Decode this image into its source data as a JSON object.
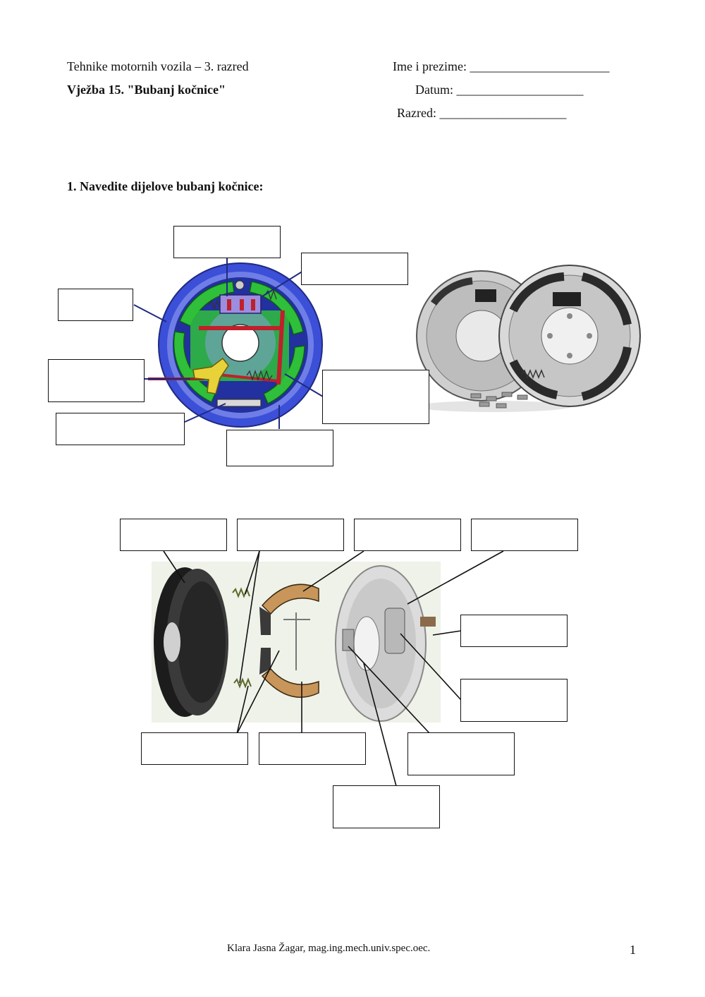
{
  "header": {
    "course": "Tehnike motornih vozila – 3. razred",
    "exercise": "Vježba 15. \"Bubanj kočnice\"",
    "name_label": "Ime i prezime: ______________________",
    "date_label": "Datum: ____________________",
    "class_label": "Razred: ____________________"
  },
  "task": {
    "title": "1.  Navedite dijelove bubanj kočnice:"
  },
  "footer": {
    "author": "Klara Jasna Žagar, mag.ing.mech.univ.spec.oec.",
    "page_number": "1"
  },
  "colors": {
    "drum_blue": "#3b4fd8",
    "shoe_green": "#2fbf3a",
    "lever_red": "#c0202a",
    "cam_yellow": "#e8d23a"
  }
}
